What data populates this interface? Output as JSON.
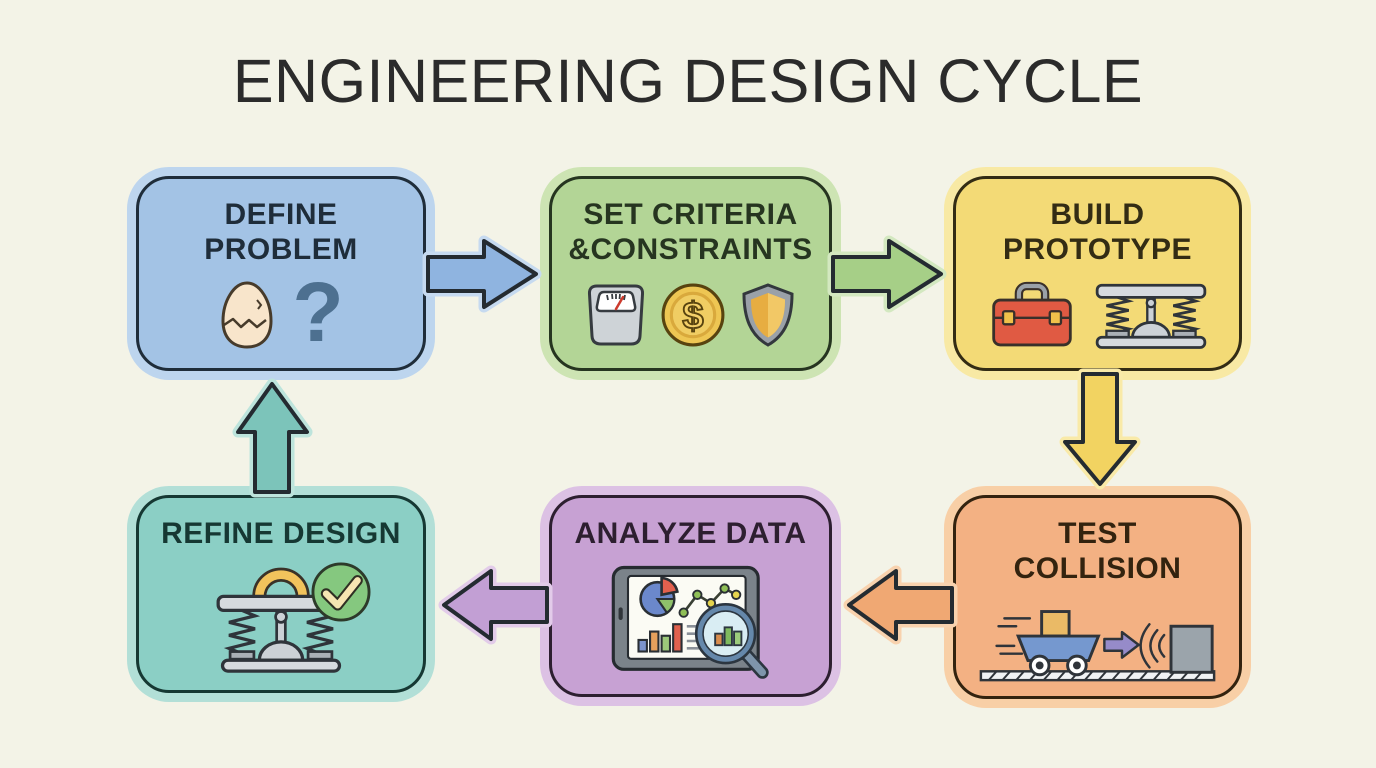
{
  "title": "ENGINEERING DESIGN CYCLE",
  "canvas_background": "#f3f3e7",
  "glyphs": {
    "question_mark": "?",
    "dollar_sign": "$"
  },
  "steps": [
    {
      "name": "define-problem",
      "line1": "DEFINE",
      "line2": "PROBLEM",
      "fill": "#a3c3e5",
      "halo": "#bdd5ee",
      "ink": "#1f2d3a",
      "icons": [
        "cracked-egg-icon",
        "question-mark-icon"
      ]
    },
    {
      "name": "set-criteria-constraints",
      "line1": "SET CRITERIA",
      "line2": "&CONSTRAINTS",
      "fill": "#b3d596",
      "halo": "#cde4b3",
      "ink": "#263520",
      "icons": [
        "scale-icon",
        "dollar-coin-icon",
        "shield-icon"
      ]
    },
    {
      "name": "build-prototype",
      "line1": "BUILD",
      "line2": "PROTOTYPE",
      "fill": "#f3da76",
      "halo": "#f8e9a4",
      "ink": "#332c14",
      "icons": [
        "toolbox-icon",
        "spring-platform-icon"
      ]
    },
    {
      "name": "test-collision",
      "line1": "TEST",
      "line2": "COLLISION",
      "fill": "#f3b183",
      "halo": "#f8cfa6",
      "ink": "#33230f",
      "icons": [
        "cart-collision-icon"
      ]
    },
    {
      "name": "analyze-data",
      "line1": "ANALYZE DATA",
      "line2": "",
      "fill": "#c7a1d3",
      "halo": "#dcc1e4",
      "ink": "#2d1f30",
      "icons": [
        "tablet-charts-icon",
        "magnifier-icon"
      ]
    },
    {
      "name": "refine-design",
      "line1": "REFINE DESIGN",
      "line2": "",
      "fill": "#8bcfc5",
      "halo": "#b2dfd7",
      "ink": "#163833",
      "icons": [
        "spring-mechanism-icon",
        "check-circle-icon"
      ]
    }
  ],
  "arrows": [
    {
      "name": "define-to-criteria",
      "direction": "right",
      "fill": "#8fb4e0",
      "halo": "#c6daf0"
    },
    {
      "name": "criteria-to-prototype",
      "direction": "right",
      "fill": "#a6cf87",
      "halo": "#d3e8c0"
    },
    {
      "name": "prototype-to-test",
      "direction": "down",
      "fill": "#f2d361",
      "halo": "#f9eaa8"
    },
    {
      "name": "test-to-analyze",
      "direction": "left",
      "fill": "#f0a873",
      "halo": "#f8d2ae"
    },
    {
      "name": "analyze-to-refine",
      "direction": "left",
      "fill": "#c29fd4",
      "halo": "#e2cbe9"
    },
    {
      "name": "refine-to-define",
      "direction": "up",
      "fill": "#7cc4ba",
      "halo": "#bde4dc"
    }
  ]
}
